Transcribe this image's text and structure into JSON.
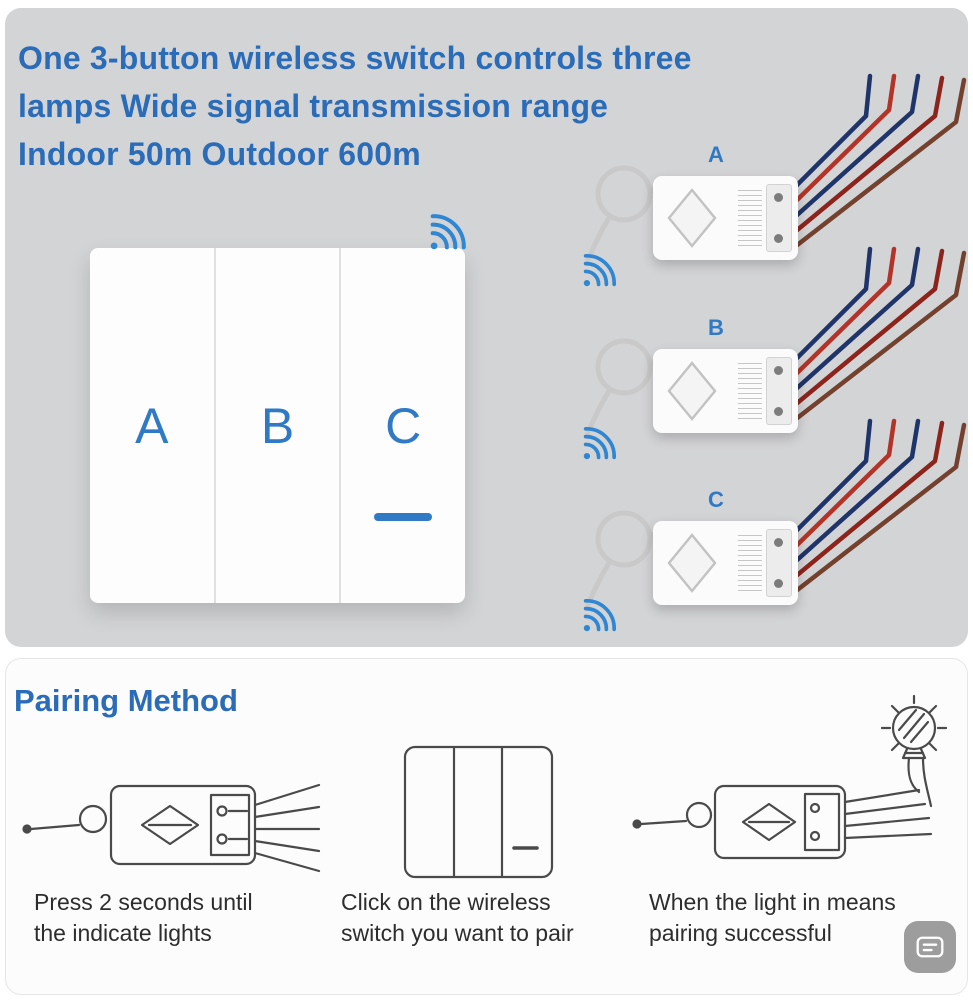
{
  "header": {
    "line1": "One 3-button wireless switch controls three",
    "line2": "lamps Wide signal transmission range",
    "line3": "Indoor 50m Outdoor 600m"
  },
  "switch_panel": {
    "buttons": [
      "A",
      "B",
      "C"
    ]
  },
  "receivers": [
    {
      "label": "A"
    },
    {
      "label": "B"
    },
    {
      "label": "C"
    }
  ],
  "pairing": {
    "title": "Pairing Method",
    "steps": [
      {
        "line1": "Press 2 seconds until",
        "line2": "the indicate lights"
      },
      {
        "line1": "Click on the wireless",
        "line2": "switch you want to pair"
      },
      {
        "line1": "When the light in means",
        "line2": "pairing successful"
      }
    ]
  },
  "icons": {
    "wifi": "wifi-signal-arcs",
    "scan": "image-scan-lens"
  },
  "colors": {
    "heading_blue": "#2b6cb8",
    "accent_blue": "#3079c5",
    "wifi_blue": "#2f86d3",
    "panel_gray": "#d3d4d6",
    "wire_navy": "#1f3468",
    "wire_red": "#b43328",
    "wire_darkred": "#8c241c",
    "wire_brown": "#74412e"
  }
}
